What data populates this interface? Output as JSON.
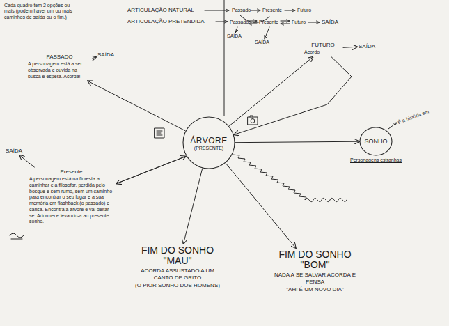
{
  "diagram": {
    "nodes": [
      {
        "text": [
          "ÁRVORE",
          "(PRESENTE)"
        ]
      },
      {
        "text": [
          "SONHO",
          "Personagens estranhas"
        ]
      },
      {
        "text": [
          "PASSADO",
          "A personagem está a ser observada e ouvida na busca e espera. Acorda!"
        ]
      },
      {
        "text": [
          "FUTURO",
          "Acordo"
        ]
      },
      {
        "text": [
          "Presente",
          "A personagem está na floresta a caminhar e a filosofar, perdida pelo bosque e sem rumo, sem um caminho para encontrar o seu lugar e a sua memória em flashback (o passado) e cansa. Encontra a árvore e vai deitar-se. Adormece levando-a ao presente sonho."
        ]
      },
      {
        "text": [
          "FIM DO SONHO",
          "\"MAU\"",
          "ACORDA ASSUSTADO A UM CANTO DE GRITO",
          "(O PIOR SONHO DOS HOMENS)"
        ]
      },
      {
        "text": [
          "FIM DO SONHO",
          "\"BOM\"",
          "NADA A SE SALVAR ACORDA E PENSA",
          "\"AH! É UM NOVO DIA\""
        ]
      },
      {
        "text": [
          "SAÍDA"
        ]
      },
      {
        "text": [
          "SAÍDA"
        ]
      },
      {
        "text": [
          "SAÍDA"
        ]
      }
    ],
    "edges": [
      {
        "from": 0,
        "to": 2,
        "arrow": "to"
      },
      {
        "from": 0,
        "to": 3,
        "arrow": "to"
      },
      {
        "from": 3,
        "to": 0,
        "arrow": "to"
      },
      {
        "from": 0,
        "to": 1,
        "arrow": "to"
      },
      {
        "from": 0,
        "to": 4,
        "arrow": "to"
      },
      {
        "from": 4,
        "to": 0,
        "arrow": "to"
      },
      {
        "from": 0,
        "to": 5,
        "arrow": "to"
      },
      {
        "from": 0,
        "to": 6,
        "arrow": "to"
      },
      {
        "from": 2,
        "to": 7,
        "arrow": "to"
      },
      {
        "from": 3,
        "to": 8,
        "arrow": "to"
      },
      {
        "from": 4,
        "to": 9,
        "arrow": "to"
      }
    ],
    "labels": [
      "Cada quadro tem 2 opções ou mais (podem haver um ou mais caminhos de saída ou o fim.)",
      "ARTICULAÇÃO NATURAL",
      "ARTICULAÇÃO PRETENDIDA",
      "Passado",
      "Presente",
      "Futuro",
      "Passado",
      "Presente",
      "Futuro",
      "SAÍDA",
      "SAÍDA",
      "SAÍDA",
      "É a história em"
    ]
  }
}
